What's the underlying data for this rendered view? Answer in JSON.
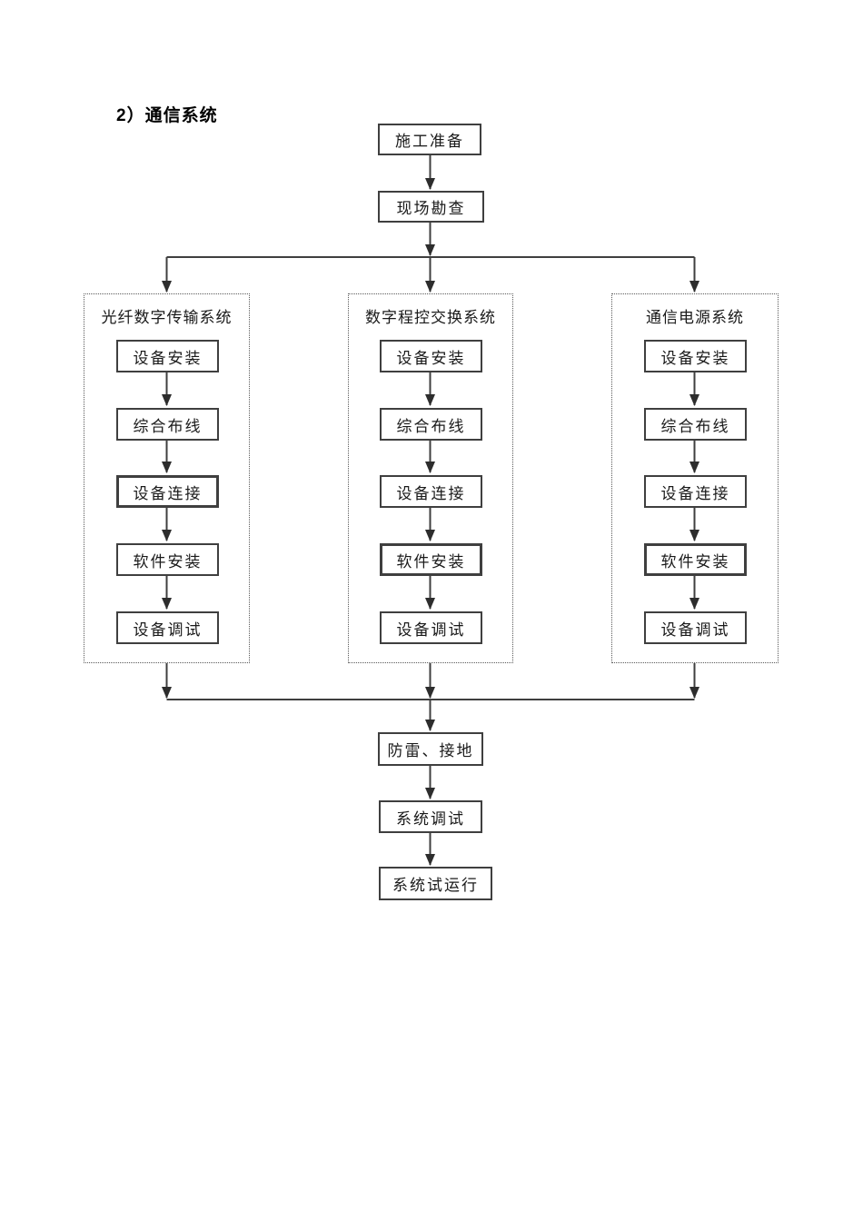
{
  "heading": "2）通信系统",
  "flow": {
    "start": "施工准备",
    "survey": "现场勘查",
    "columns": [
      {
        "title": "光纤数字传输系统",
        "steps": [
          "设备安装",
          "综合布线",
          "设备连接",
          "软件安装",
          "设备调试"
        ]
      },
      {
        "title": "数字程控交换系统",
        "steps": [
          "设备安装",
          "综合布线",
          "设备连接",
          "软件安装",
          "设备调试"
        ]
      },
      {
        "title": "通信电源系统",
        "steps": [
          "设备安装",
          "综合布线",
          "设备连接",
          "软件安装",
          "设备调试"
        ]
      }
    ],
    "merge_steps": [
      "防雷、接地",
      "系统调试",
      "系统试运行"
    ]
  },
  "colors": {
    "background": "#ffffff",
    "line": "#3f3f3f",
    "box_border": "#3f3f3f",
    "text": "#1a1a1a"
  }
}
